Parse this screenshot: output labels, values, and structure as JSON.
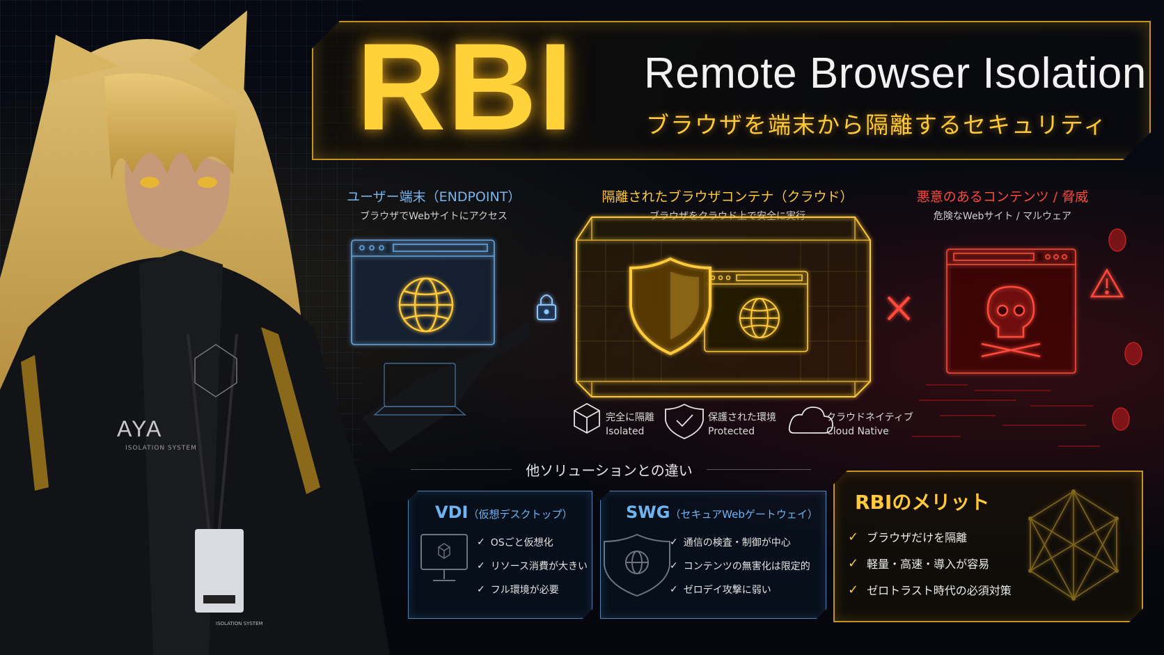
{
  "header": {
    "acronym": "RBI",
    "title_en": "Remote Browser Isolation",
    "title_jp": "ブラウザを端末から隔離するセキュリティ"
  },
  "character": {
    "jacket_text": "AYA",
    "jacket_subtext": "ISOLATION SYSTEM",
    "id_card_text": "ISOLATION SYSTEM"
  },
  "sections": {
    "endpoint": {
      "title": "ユーザー端末（ENDPOINT）",
      "subtitle": "ブラウザでWebサイトにアクセス"
    },
    "cloud": {
      "title": "隔離されたブラウザコンテナ（クラウド）",
      "subtitle": "ブラウザをクラウド上で安全に実行"
    },
    "threat": {
      "title": "悪意のあるコンテンツ / 脅威",
      "subtitle": "危険なWebサイト / マルウェア"
    }
  },
  "features": [
    {
      "jp": "完全に隔離",
      "en": "Isolated",
      "icon": "cube-icon"
    },
    {
      "jp": "保護された環境",
      "en": "Protected",
      "icon": "shield-check-icon"
    },
    {
      "jp": "クラウドネイティブ",
      "en": "Cloud Native",
      "icon": "cloud-icon"
    }
  ],
  "comparison": {
    "title": "他ソリューションとの違い",
    "vdi": {
      "title": "VDI",
      "subtitle": "（仮想デスクトップ）",
      "items": [
        "OSごと仮想化",
        "リソース消費が大きい",
        "フル環境が必要"
      ]
    },
    "swg": {
      "title": "SWG",
      "subtitle": "（セキュアWebゲートウェイ）",
      "items": [
        "通信の検査・制御が中心",
        "コンテンツの無害化は限定的",
        "ゼロデイ攻撃に弱い"
      ]
    }
  },
  "merits": {
    "title": "RBIのメリット",
    "items": [
      "ブラウザだけを隔離",
      "軽量・高速・導入が容易",
      "ゼロトラスト時代の必須対策"
    ]
  },
  "colors": {
    "gold": "#ffc93a",
    "blue": "#6fb4f0",
    "red": "#ff4a3a",
    "background": "#05070c"
  }
}
